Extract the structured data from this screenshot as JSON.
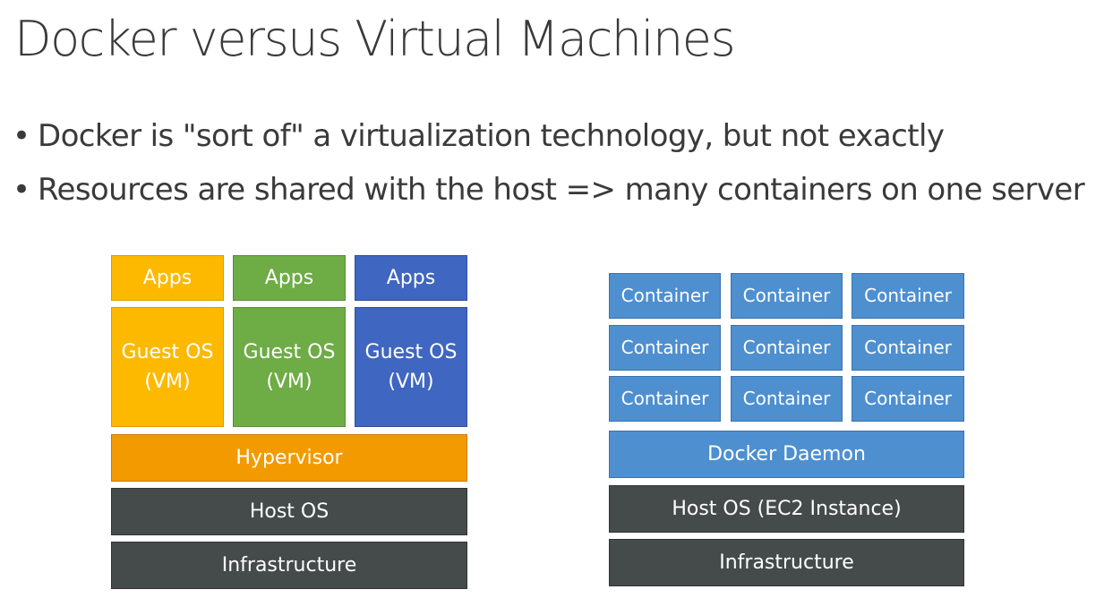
{
  "title": "Docker versus Virtual Machines",
  "bullets": [
    "Docker is \"sort of\" a virtualization technology, but not exactly",
    "Resources are shared with the host => many containers on one server"
  ],
  "vm_diagram": {
    "apps": [
      "Apps",
      "Apps",
      "Apps"
    ],
    "guest_os": [
      "Guest OS\n(VM)",
      "Guest OS\n(VM)",
      "Guest OS\n(VM)"
    ],
    "hypervisor": "Hypervisor",
    "host_os": "Host OS",
    "infrastructure": "Infrastructure"
  },
  "docker_diagram": {
    "containers": [
      [
        "Container",
        "Container",
        "Container"
      ],
      [
        "Container",
        "Container",
        "Container"
      ],
      [
        "Container",
        "Container",
        "Container"
      ]
    ],
    "daemon": "Docker Daemon",
    "host_os": "Host OS (EC2 Instance)",
    "infrastructure": "Infrastructure"
  },
  "colors": {
    "vm1": "#fdb900",
    "vm2": "#6eac46",
    "vm3": "#3f66c0",
    "hypervisor": "#f39a00",
    "host": "#454a4a",
    "docker": "#4e8fd0"
  }
}
